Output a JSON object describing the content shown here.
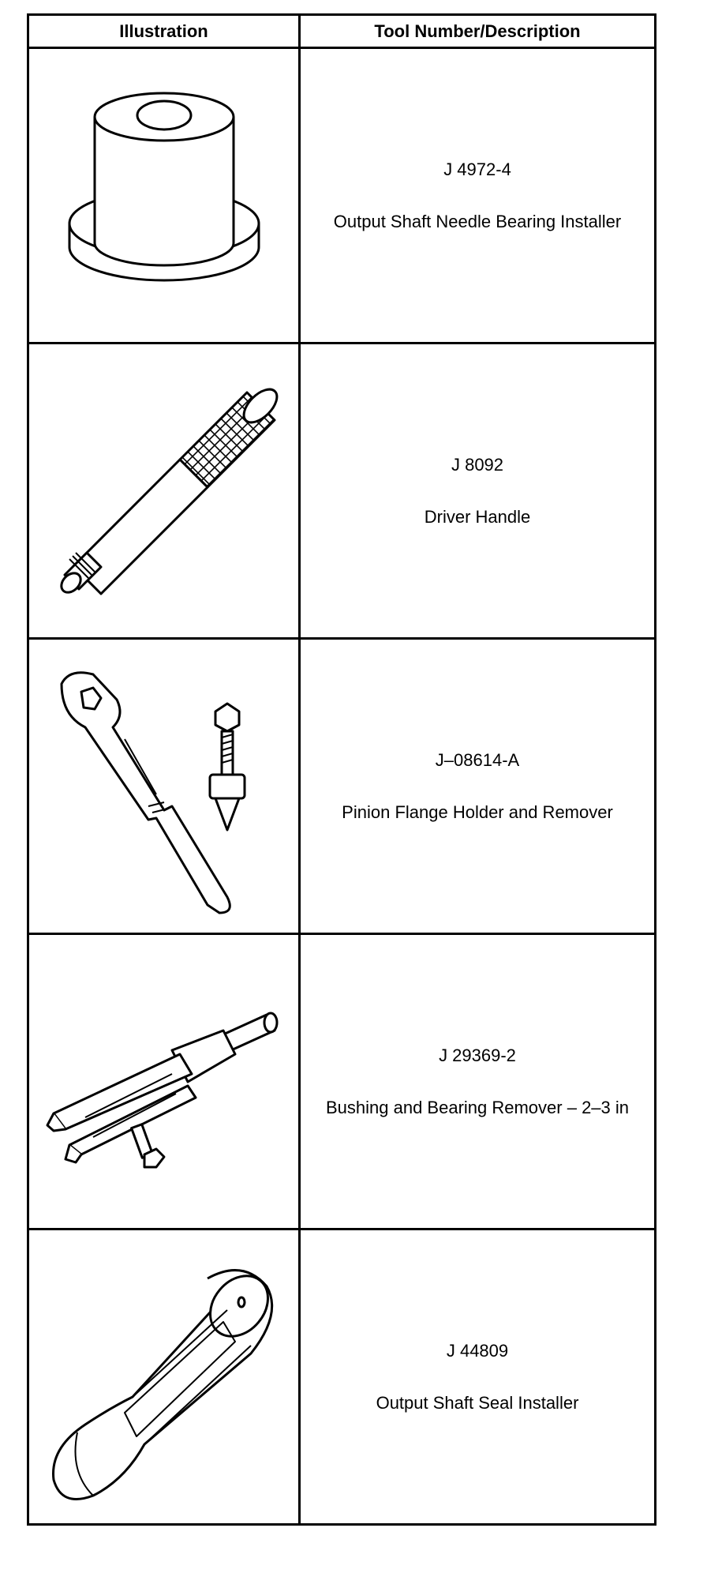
{
  "table": {
    "headers": [
      "Illustration",
      "Tool Number/Description"
    ],
    "rows": [
      {
        "number": "J 4972-4",
        "description": "Output Shaft Needle Bearing Installer",
        "icon": "bearing-installer-icon"
      },
      {
        "number": "J 8092",
        "description": "Driver Handle",
        "icon": "driver-handle-icon"
      },
      {
        "number": "J–08614-A",
        "description": "Pinion Flange Holder and Remover",
        "icon": "flange-holder-icon"
      },
      {
        "number": "J 29369-2",
        "description": "Bushing and Bearing Remover – 2–3 in",
        "icon": "bearing-remover-icon"
      },
      {
        "number": "J 44809",
        "description": "Output Shaft Seal Installer",
        "icon": "seal-installer-icon"
      }
    ]
  }
}
